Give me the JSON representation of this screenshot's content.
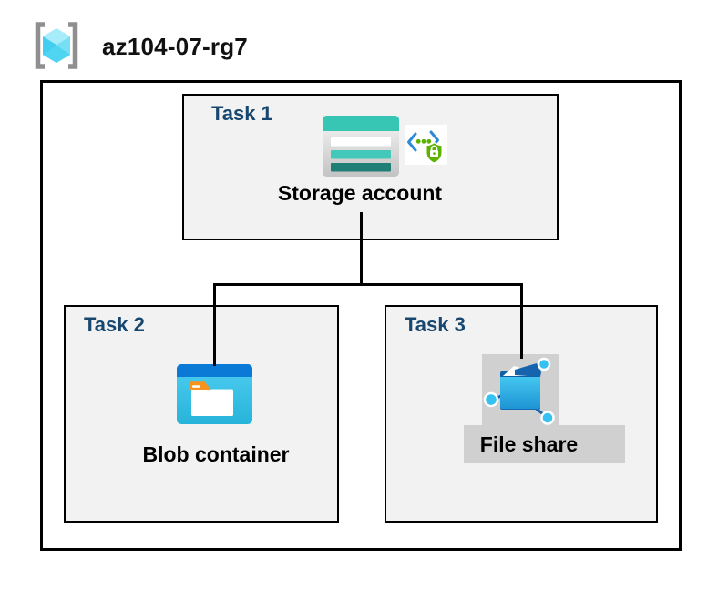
{
  "header": {
    "resource_group_name": "az104-07-rg7"
  },
  "icons": {
    "resource_group": "resource-group-icon",
    "storage_account": "storage-account-icon",
    "sas_secure_access": "sas-secure-access-icon",
    "blob_container": "blob-container-icon",
    "file_share": "file-share-icon"
  },
  "colors": {
    "task_label_navy": "#17476F",
    "box_fill": "#F2F2F2",
    "box_border": "#000000",
    "highlight_fill": "#D0D0D0",
    "storage_teal": "#37C6B4",
    "storage_teal_dark": "#1F7E75",
    "blob_header_blue": "#0B79D6",
    "blob_body_cyan": "#3BC3E9",
    "files_dark_blue": "#1663AE",
    "files_node_cyan": "#35C1F1",
    "sas_bracket_blue": "#2E8AD6",
    "sas_green": "#5CB200",
    "rg_cube_cyan": "#41CEF0",
    "rg_bracket_gray": "#8F8F8F"
  },
  "diagram": {
    "tasks": [
      {
        "label": "Task 1",
        "resource": "Storage account",
        "highlighted": false
      },
      {
        "label": "Task 2",
        "resource": "Blob container",
        "highlighted": false
      },
      {
        "label": "Task 3",
        "resource": "File share",
        "highlighted": true
      }
    ]
  }
}
